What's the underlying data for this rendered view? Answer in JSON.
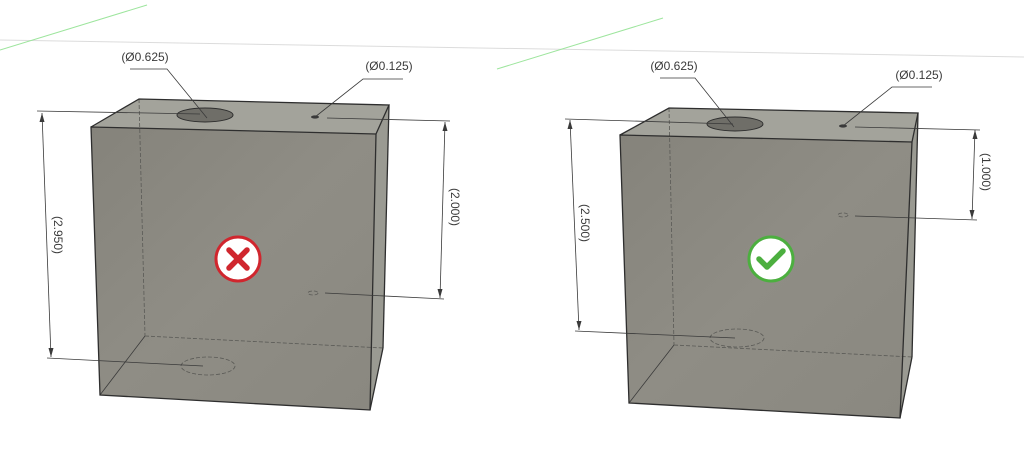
{
  "figures": [
    {
      "status": "incorrect",
      "status_icon": "x-mark-icon",
      "status_color": "#d0262e",
      "labels": {
        "top_hole_diameter": "(Ø0.625)",
        "small_hole_diameter": "(Ø0.125)",
        "left_dimension": "(2.950)",
        "right_dimension": "(2.000)"
      }
    },
    {
      "status": "correct",
      "status_icon": "check-mark-icon",
      "status_color": "#4caf3f",
      "labels": {
        "top_hole_diameter": "(Ø0.625)",
        "small_hole_diameter": "(Ø0.125)",
        "left_dimension": "(2.500)",
        "right_dimension": "(1.000)"
      }
    }
  ],
  "colors": {
    "body_front": "#8c8a82",
    "body_top": "#a4a49c",
    "body_side": "#9a9a92",
    "grid_axis": "#8fe08f"
  }
}
